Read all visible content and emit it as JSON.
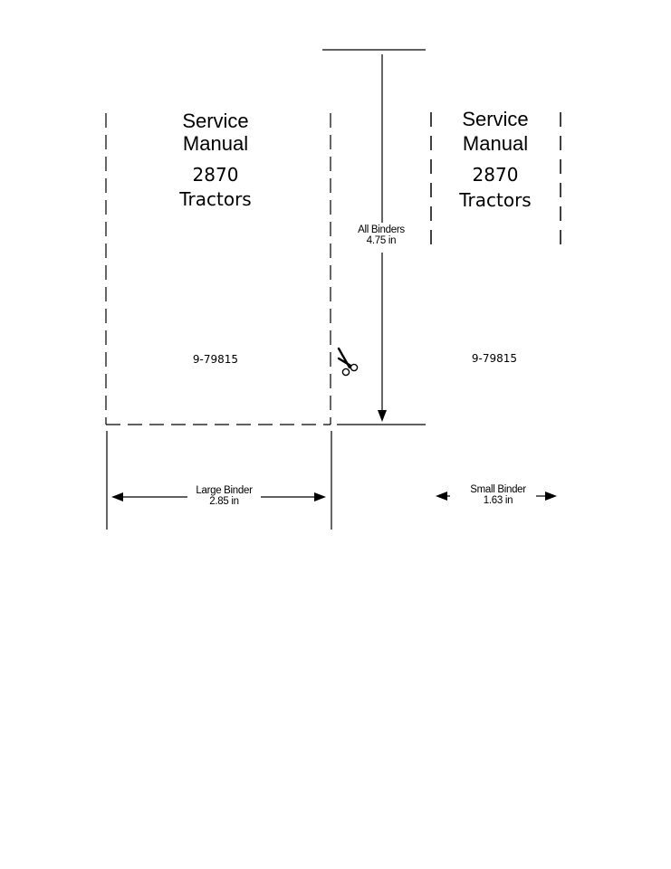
{
  "large_spine": {
    "title_line1": "Service",
    "title_line2": "Manual",
    "model_line1": "2870",
    "model_line2": "Tractors",
    "part_number": "9-79815"
  },
  "small_spine": {
    "title_line1": "Service",
    "title_line2": "Manual",
    "model_line1": "2870",
    "model_line2": "Tractors",
    "part_number": "9-79815"
  },
  "dimensions": {
    "all_binders_label": "All Binders",
    "all_binders_value": "4.75 in",
    "large_binder_label": "Large Binder",
    "large_binder_value": "2.85 in",
    "small_binder_label": "Small Binder",
    "small_binder_value": "1.63 in"
  },
  "icons": {
    "cut": "scissors-icon"
  }
}
